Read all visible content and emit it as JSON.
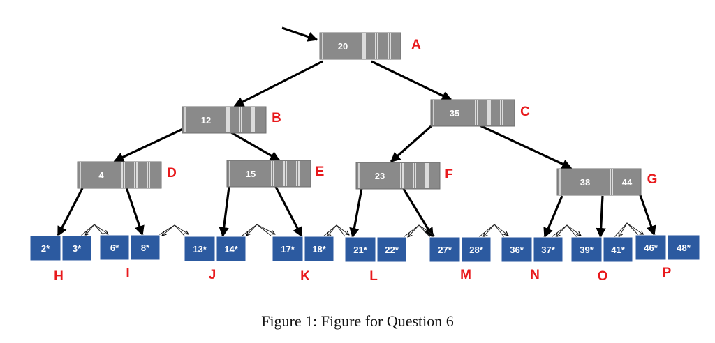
{
  "colors": {
    "internal_fill": "#8a8a8a",
    "leaf_fill": "#2c5aa0",
    "label_color": "#e8191c",
    "edge_color": "#000000"
  },
  "internal_nodes": [
    {
      "id": "A",
      "label": "A",
      "keys": [
        "20",
        "",
        "",
        ""
      ]
    },
    {
      "id": "B",
      "label": "B",
      "keys": [
        "12",
        "",
        "",
        ""
      ]
    },
    {
      "id": "C",
      "label": "C",
      "keys": [
        "35",
        "",
        "",
        ""
      ]
    },
    {
      "id": "D",
      "label": "D",
      "keys": [
        "4",
        "",
        "",
        ""
      ]
    },
    {
      "id": "E",
      "label": "E",
      "keys": [
        "15",
        "",
        "",
        ""
      ]
    },
    {
      "id": "F",
      "label": "F",
      "keys": [
        "23",
        "",
        "",
        ""
      ]
    },
    {
      "id": "G",
      "label": "G",
      "keys": [
        "38",
        "44"
      ]
    }
  ],
  "leaf_nodes": [
    {
      "id": "H",
      "label": "H",
      "entries": [
        "2*",
        "3*"
      ]
    },
    {
      "id": "I",
      "label": "I",
      "entries": [
        "6*",
        "8*"
      ]
    },
    {
      "id": "J",
      "label": "J",
      "entries": [
        "13*",
        "14*"
      ]
    },
    {
      "id": "K",
      "label": "K",
      "entries": [
        "17*",
        "18*"
      ]
    },
    {
      "id": "L",
      "label": "L",
      "entries": [
        "21*",
        "22*"
      ]
    },
    {
      "id": "M",
      "label": "M",
      "entries": [
        "27*",
        "28*"
      ]
    },
    {
      "id": "N",
      "label": "N",
      "entries": [
        "36*",
        "37*"
      ]
    },
    {
      "id": "O",
      "label": "O",
      "entries": [
        "39*",
        "41*"
      ]
    },
    {
      "id": "P",
      "label": "P",
      "entries": [
        "46*",
        "48*"
      ]
    }
  ],
  "caption": "Figure 1: Figure for Question 6"
}
